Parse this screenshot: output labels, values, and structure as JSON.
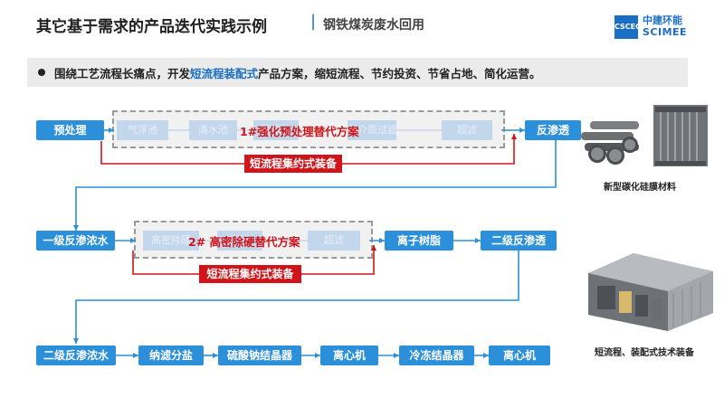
{
  "header": {
    "title": "其它基于需求的产品迭代实践示例",
    "subtitle": "钢铁煤炭废水回用",
    "logo_cn": "中建环能",
    "logo_en": "SCIMEE",
    "logo_mark": "CSCEC"
  },
  "summary": {
    "prefix": "围绕工艺流程长痛点，开发",
    "highlight": "短流程装配式",
    "suffix": "产品方案，缩短流程、节约投资、节省占地、简化运营。"
  },
  "flow1": {
    "start": "预处理",
    "ghosts": [
      "气浮池",
      "清水池",
      "砂滤池",
      "多介质过滤",
      "超滤"
    ],
    "replace_label": "1#强化预处理替代方案",
    "end": "反渗透",
    "equip": "短流程集约式装备"
  },
  "flow2": {
    "start": "一级反渗浓水",
    "ghosts": [
      "高密除硬",
      "砂滤",
      "超滤"
    ],
    "replace_label": "2# 高密除硬替代方案",
    "mid": "离子树脂",
    "end": "二级反渗透",
    "equip": "短流程集约式装备"
  },
  "flow3": {
    "steps": [
      "二级反渗浓水",
      "纳滤分盐",
      "硫酸钠结晶器",
      "离心机",
      "冷冻结晶器",
      "离心机"
    ]
  },
  "images": {
    "membrane_caption": "新型碳化硅膜材料",
    "equipment_caption": "短流程、装配式技术装备"
  },
  "colors": {
    "accent": "#2b8fd9",
    "red": "#d0141a",
    "ghost": "#c3d7ec"
  }
}
